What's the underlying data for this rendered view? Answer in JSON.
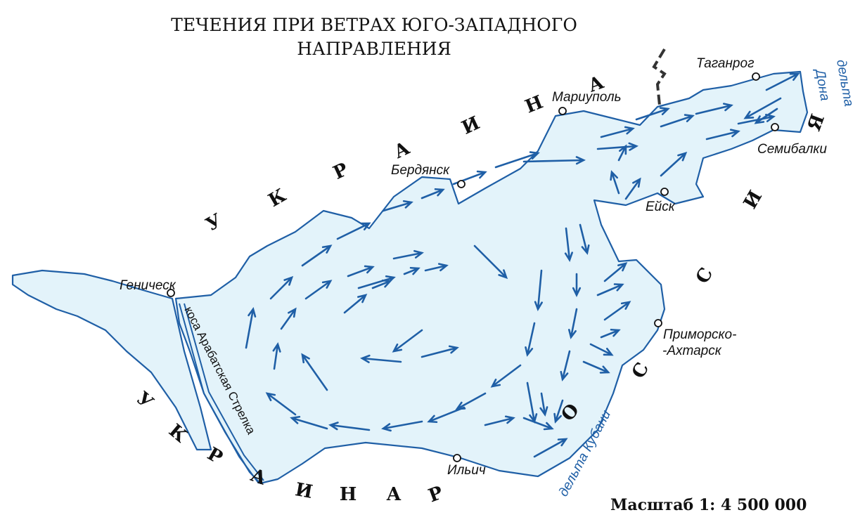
{
  "title": {
    "line1": "ТЕЧЕНИЯ ПРИ ВЕТРАХ ЮГО-ЗАПАДНОГО",
    "line2": "НАПРАВЛЕНИЯ"
  },
  "cities": {
    "taganrog": "Таганрог",
    "mariupol": "Мариуполь",
    "berdyansk": "Бердянск",
    "genichesk": "Геническ",
    "semibalki": "Семибалки",
    "yeysk": "Ейск",
    "primorsko1": "Приморско-",
    "primorsko2": "-Ахтарск",
    "ilyich": "Ильич"
  },
  "features": {
    "spit": "коса Арабатская Стрелка",
    "don_delta1": "дельта",
    "don_delta2": "Дона",
    "kuban_delta": "дельта Кубани"
  },
  "countries": {
    "ukraine_north": [
      "У",
      "К",
      "Р",
      "А",
      "И",
      "Н",
      "А"
    ],
    "ukraine_south": [
      "У",
      "К",
      "Р",
      "А",
      "И",
      "Н",
      "А"
    ],
    "russia": [
      "Р",
      "О",
      "С",
      "С",
      "И",
      "Я"
    ]
  },
  "scale": "Масштаб 1: 4 500 000",
  "colors": {
    "water": "#e3f3fa",
    "coast": "#1f5fa6",
    "current": "#1f5fa6"
  },
  "legend_icons": {
    "city": "circle-city-icon",
    "current": "arrow-current-icon",
    "border": "dashed-border-line"
  }
}
